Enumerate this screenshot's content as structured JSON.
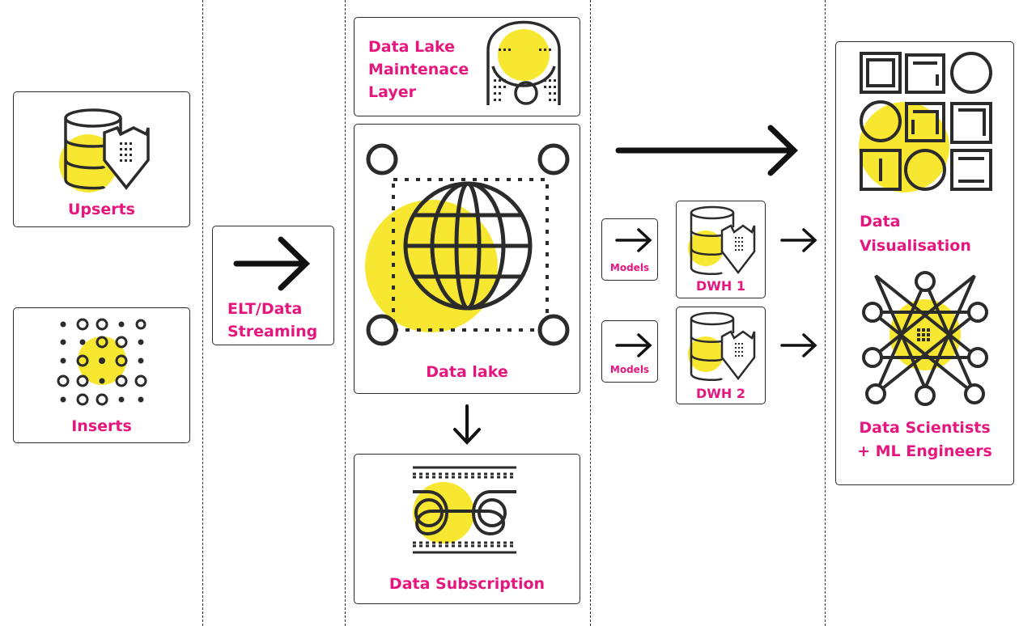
{
  "colors": {
    "accent": "#e5177e",
    "highlight": "#f7e731",
    "ink": "#2b2b2b"
  },
  "sources": {
    "upserts": {
      "label": "Upserts",
      "icon": "database-shield-icon"
    },
    "inserts": {
      "label": "Inserts",
      "icon": "dots-grid-icon"
    }
  },
  "ingest": {
    "label_line1": "ELT/Data",
    "label_line2": "Streaming",
    "icon": "arrow-right-icon"
  },
  "maintenance": {
    "line1": "Data Lake",
    "line2": "Maintenace",
    "line3": "Layer",
    "icon": "arch-icon"
  },
  "lake": {
    "label": "Data lake",
    "icon": "globe-icon"
  },
  "subscription": {
    "label": "Data Subscription",
    "icon": "infinity-icon"
  },
  "models": {
    "label1": "Models",
    "label2": "Models"
  },
  "dwh": {
    "label1": "DWH 1",
    "label2": "DWH 2"
  },
  "outputs": {
    "viz_line1": "Data",
    "viz_line2": "Visualisation",
    "sci_line1": "Data Scientists",
    "sci_line2": "+ ML Engineers"
  }
}
